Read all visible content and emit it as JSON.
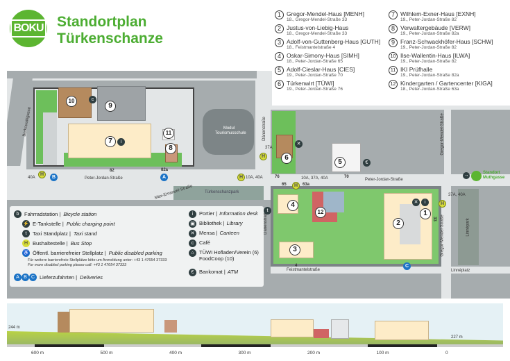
{
  "header": {
    "logo_text": "BOKU",
    "title_line1": "Standortplan",
    "title_line2": "Türkenschanze"
  },
  "buildings": [
    {
      "num": "1",
      "name": "Gregor-Mendel-Haus [MENH]",
      "address": "18., Gregor-Mendel-Straße 33"
    },
    {
      "num": "2",
      "name": "Justus-von-Liebig-Haus",
      "address": "18., Gregor-Mendel-Straße 33"
    },
    {
      "num": "3",
      "name": "Adolf-von-Guttenberg-Haus [GUTH]",
      "address": "18., Feistmantelstraße 4"
    },
    {
      "num": "4",
      "name": "Oskar-Simony-Haus [SIMH]",
      "address": "18., Peter-Jordan-Straße 65"
    },
    {
      "num": "5",
      "name": "Adolf-Cieslar-Haus [CIES]",
      "address": "19., Peter-Jordan-Straße 70"
    },
    {
      "num": "6",
      "name": "Türkenwirt [TÜWI]",
      "address": "19., Peter-Jordan-Straße 76"
    },
    {
      "num": "7",
      "name": "Wilhlem-Exner-Haus [EXNH]",
      "address": "19., Peter-Jordan-Straße 82"
    },
    {
      "num": "8",
      "name": "Verwaltergebäude [VERW]",
      "address": "19., Peter-Jordan-Straße 82a"
    },
    {
      "num": "9",
      "name": "Franz-Schwackhöfer-Haus [SCHW]",
      "address": "19., Peter-Jordan-Straße 82"
    },
    {
      "num": "10",
      "name": "Ilse-Wallentin-Haus [ILWA]",
      "address": "19., Peter-Jordan-Straße 82"
    },
    {
      "num": "11",
      "name": "IKI Prüfhalle",
      "address": "19., Peter-Jordan-Straße 82a"
    },
    {
      "num": "12",
      "name": "Kindergarten / Gartencenter [KIGA]",
      "address": "18., Peter-Jordan-Straße 63a"
    }
  ],
  "map": {
    "streets": {
      "peter_jordan_w": "Peter-Jordan-Straße",
      "peter_jordan_e": "Peter-Jordan-Straße",
      "max_emanuel": "Max-Emanuel-Straße",
      "borkowski": "Borkowskigasse",
      "duenen_n": "Dänenstraße",
      "duenen_s": "Dänenstraße",
      "feistmantel": "Feistmantelstraße",
      "mendel_n": "Gregor-Mendel-Straße",
      "mendel_s": "Gregor-Mendel-Straße",
      "linneplatz": "Linnéplatz",
      "linnepark": "Linnépark",
      "park": "Türkenschanzpark",
      "modul": "Modul Tourismusschule"
    },
    "house_numbers": {
      "n82": "82",
      "n82a": "82a",
      "n76": "76",
      "n70": "70",
      "n65": "65",
      "n63a": "63a",
      "n4": "4",
      "n33": "33"
    },
    "bus_lines": {
      "west": "40A",
      "center": "10A, 40A",
      "duenen": "37A",
      "mid": "10A, 37A, 40A",
      "east": "37A, 40A"
    },
    "deliveries": {
      "a": "A",
      "b": "B",
      "c": "C"
    },
    "external": {
      "label_line1": "Standort",
      "label_line2": "Muthgasse"
    }
  },
  "legend": {
    "left": [
      {
        "de": "Fahrradstation |",
        "en": "Bicycle station",
        "icon": "bicycle-icon"
      },
      {
        "de": "E-Tankstelle |",
        "en": "Public charging point",
        "icon": "charging-icon"
      },
      {
        "de": "Taxi Standplatz |",
        "en": "Taxi stand",
        "icon": "taxi-icon"
      },
      {
        "de": "Bushaltestelle |",
        "en": "Bus Stop",
        "icon": "bus-stop-icon"
      },
      {
        "de": "Öffentl. barrierefreier Stellplatz |",
        "en": "Public disabled parking",
        "icon": "wheelchair-icon"
      }
    ],
    "disabled_note_de": "Für weitere barrierefreie Stellplätze bitte um Anmeldung unter: +43 1 47654 37333",
    "disabled_note_en": "For more disabled parking please call: +43 1 47654 37333",
    "deliveries": {
      "de": "Lieferzufahrten |",
      "en": "Deliveries"
    },
    "right": [
      {
        "de": "Portier |",
        "en": "Information desk",
        "icon": "info-icon"
      },
      {
        "de": "Bibliothek |",
        "en": "Library",
        "icon": "library-icon"
      },
      {
        "de": "Mensa |",
        "en": "Canteen",
        "icon": "canteen-icon"
      },
      {
        "de": "Café",
        "en": "",
        "icon": "cafe-icon"
      },
      {
        "de": "TÜWI Hofladen/Verein (6)",
        "en": "FoodCoop (10)",
        "icon": "shop-icon"
      },
      {
        "de": "Bankomat |",
        "en": "ATM",
        "icon": "atm-icon"
      }
    ]
  },
  "profile": {
    "elev_left": "244 m",
    "elev_right": "227 m",
    "scale": [
      "600 m",
      "500 m",
      "400 m",
      "300 m",
      "200 m",
      "100 m",
      "0"
    ]
  },
  "colors": {
    "brand": "#5cb531",
    "bus": "#d6dc3a",
    "delivery": "#1b73c6"
  }
}
